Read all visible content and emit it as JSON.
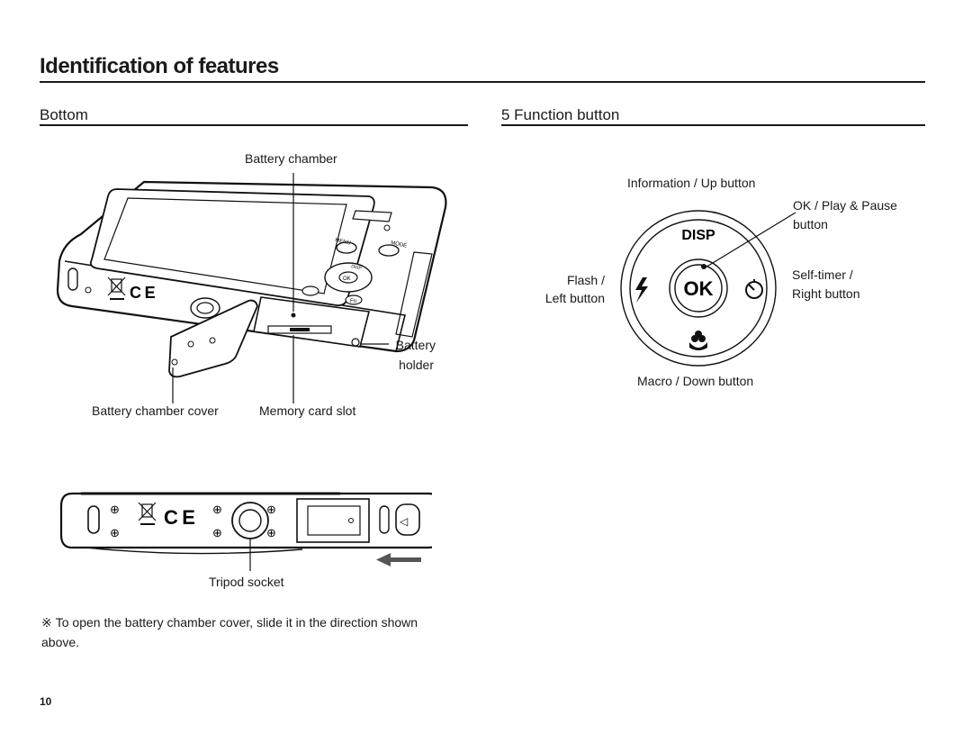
{
  "page": {
    "title": "Identification of features",
    "page_number": "10"
  },
  "bottom_section": {
    "title": "Bottom",
    "labels": {
      "battery_chamber": "Battery chamber",
      "battery_holder_line1": "Battery",
      "battery_holder_line2": "holder",
      "battery_chamber_cover": "Battery chamber cover",
      "memory_card_slot": "Memory card slot",
      "tripod_socket": "Tripod socket"
    },
    "camera_button_labels": {
      "menu": "MENU",
      "mode": "MODE",
      "disp": "DISP",
      "ok": "OK",
      "fn": "Fn"
    },
    "note_symbol": "※",
    "note": "To open the battery chamber cover, slide it in the direction shown above."
  },
  "function_section": {
    "title": "5 Function button",
    "dial": {
      "top": "DISP",
      "center": "OK"
    },
    "labels": {
      "info_up": "Information / Up button",
      "ok_play_line1": "OK / Play & Pause",
      "ok_play_line2": "button",
      "flash_line1": "Flash /",
      "flash_line2": "Left button",
      "self_timer_line1": "Self-timer /",
      "self_timer_line2": "Right button",
      "macro_down": "Macro / Down button"
    }
  },
  "icons": [
    "flash-icon",
    "self-timer-icon",
    "macro-icon",
    "ce-mark-icon",
    "weee-bin-icon",
    "slide-arrow-icon"
  ]
}
